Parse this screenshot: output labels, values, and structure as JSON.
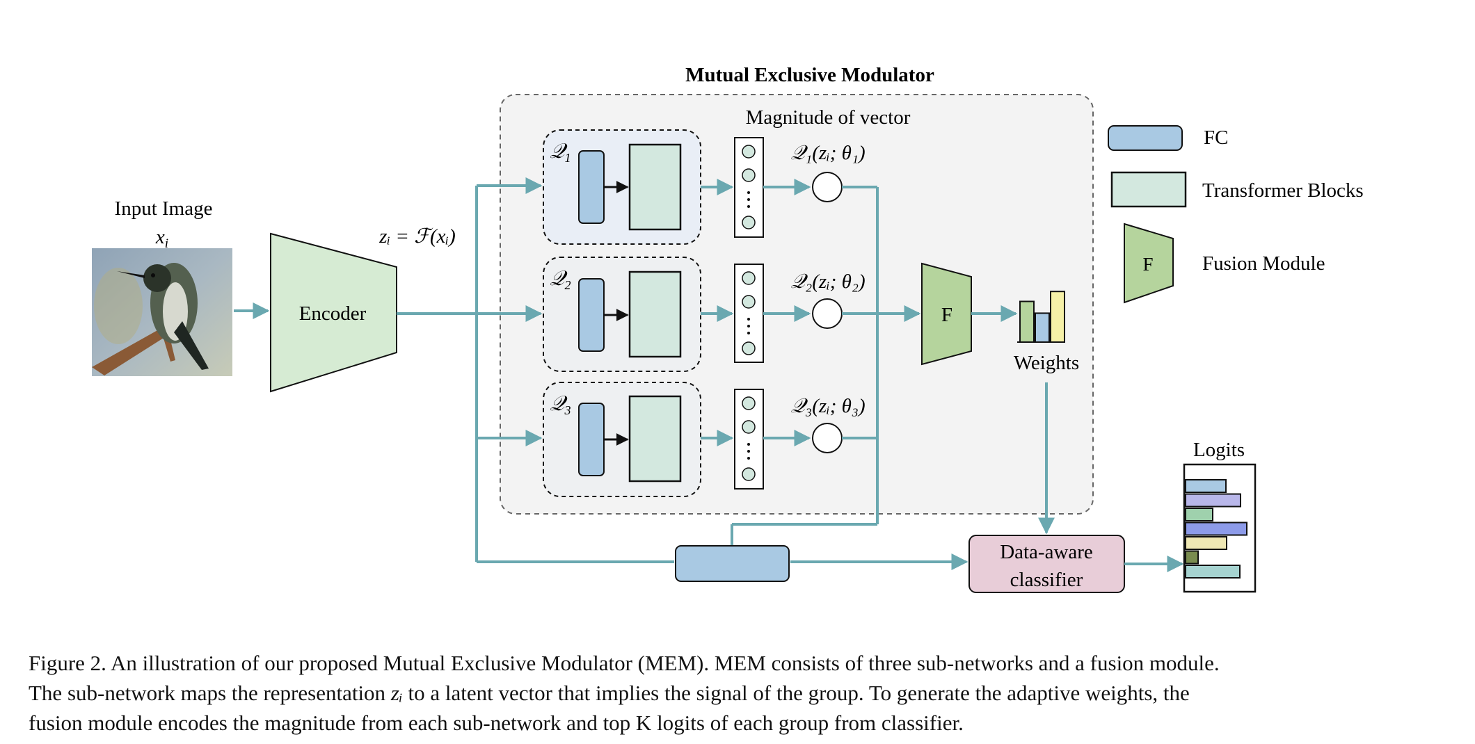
{
  "title": "Mutual Exclusive Modulator",
  "input": {
    "label": "Input Image",
    "var": "x",
    "sub": "i"
  },
  "encoder": {
    "label": "Encoder",
    "formula": "zᵢ = ℱ(xᵢ)"
  },
  "magnitude_label": "Magnitude of vector",
  "subnets": [
    {
      "tag": "𝒬",
      "tag_sub": "1",
      "output": "𝒬₁(zᵢ; θ₁)"
    },
    {
      "tag": "𝒬",
      "tag_sub": "2",
      "output": "𝒬₂(zᵢ; θ₂)"
    },
    {
      "tag": "𝒬",
      "tag_sub": "3",
      "output": "𝒬₃(zᵢ; θ₃)"
    }
  ],
  "fusion_letter": "F",
  "weights_label": "Weights",
  "classifier": {
    "line1": "Data-aware",
    "line2": "classifier"
  },
  "logits_label": "Logits",
  "legend": [
    {
      "label": "FC"
    },
    {
      "label": "Transformer Blocks"
    },
    {
      "label": "Fusion Module",
      "letter": "F"
    }
  ],
  "weights_bars": [
    0.45,
    0.32,
    0.56
  ],
  "logits_bars": [
    0.58,
    0.79,
    0.39,
    0.88,
    0.59,
    0.18,
    0.78
  ],
  "colors": {
    "arrow": "#6aa8b0",
    "fc": "#a9c9e3",
    "transformer": "#d3e8df",
    "encoder": "#d6ebd3",
    "fusion": "#b5d49d",
    "classifier": "#e8cdd8",
    "mem_bg": "#f3f3f3",
    "subnet1_bg": "#e9eef6",
    "subnet_bg": "#eef0f2",
    "weights_bars": [
      "#b5d49d",
      "#a9c9e3",
      "#f6f1a8"
    ],
    "logits_bars": [
      "#a9c9e3",
      "#b9b7ea",
      "#9fd1ad",
      "#8d9be9",
      "#efe8b4",
      "#7a8c4f",
      "#a6d3d0"
    ]
  },
  "caption": {
    "line1": "Figure 2. An illustration of our proposed Mutual Exclusive Modulator (MEM). MEM consists of three sub-networks and a fusion module.",
    "line2a": "The sub-network maps the representation ",
    "line2var": "zᵢ",
    "line2b": " to a latent vector that implies the signal of the group.  To generate the adaptive weights, the",
    "line3": "fusion module encodes the magnitude from each sub-network and top K logits of each group from classifier."
  }
}
